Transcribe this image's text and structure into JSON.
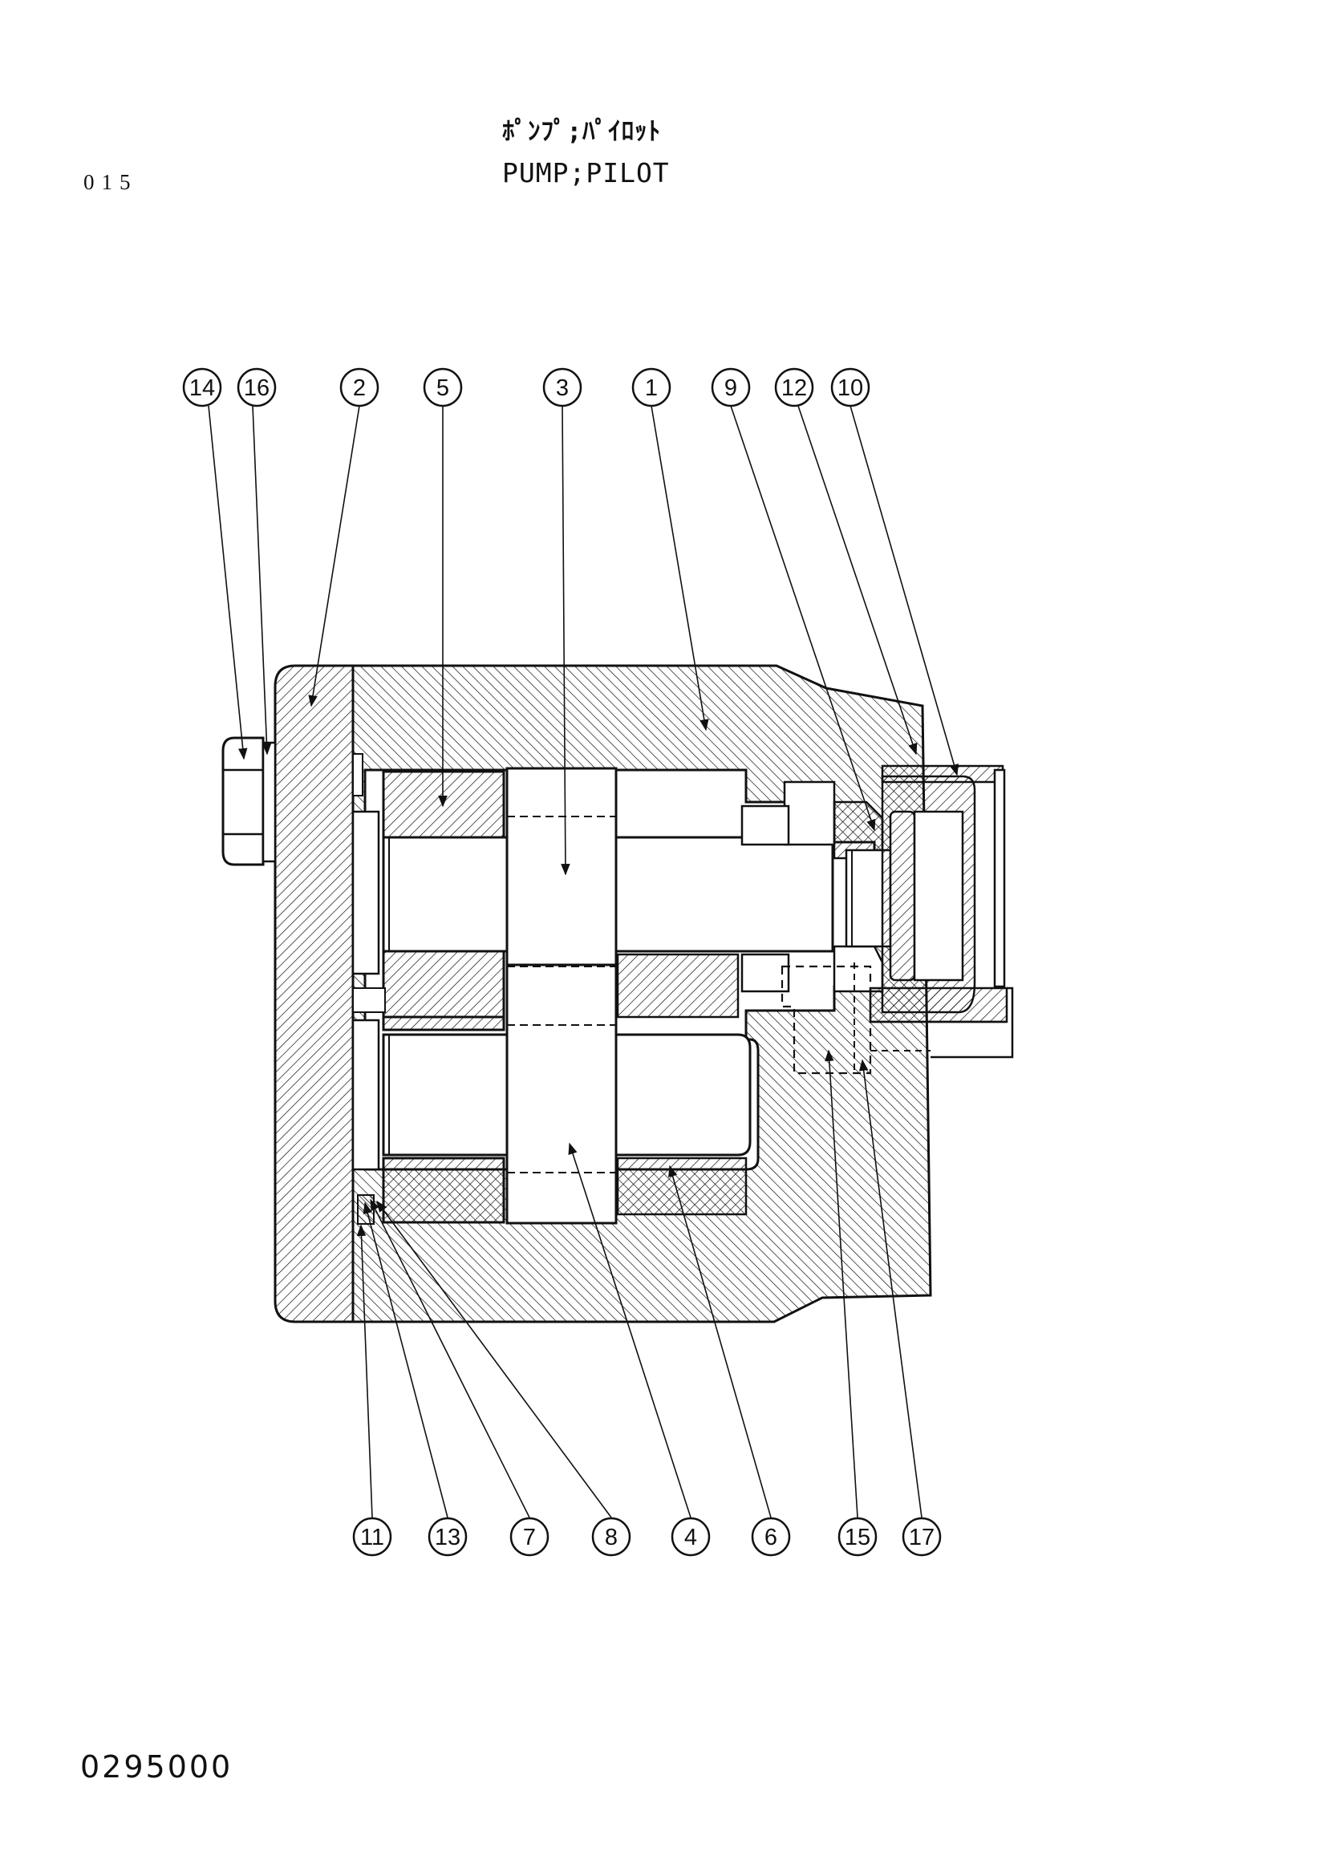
{
  "header": {
    "page_number": "015",
    "title_japanese": "ﾎﾟﾝﾌﾟ;ﾊﾟｲﾛｯﾄ",
    "title_english": "PUMP;PILOT"
  },
  "footer": {
    "drawing_number": "0295000"
  },
  "callouts": {
    "top": [
      "14",
      "16",
      "2",
      "5",
      "3",
      "1",
      "9",
      "12",
      "10"
    ],
    "bottom": [
      "11",
      "13",
      "7",
      "8",
      "4",
      "6",
      "15",
      "17"
    ]
  },
  "colors": {
    "ink": "#111111",
    "paper": "#ffffff"
  }
}
